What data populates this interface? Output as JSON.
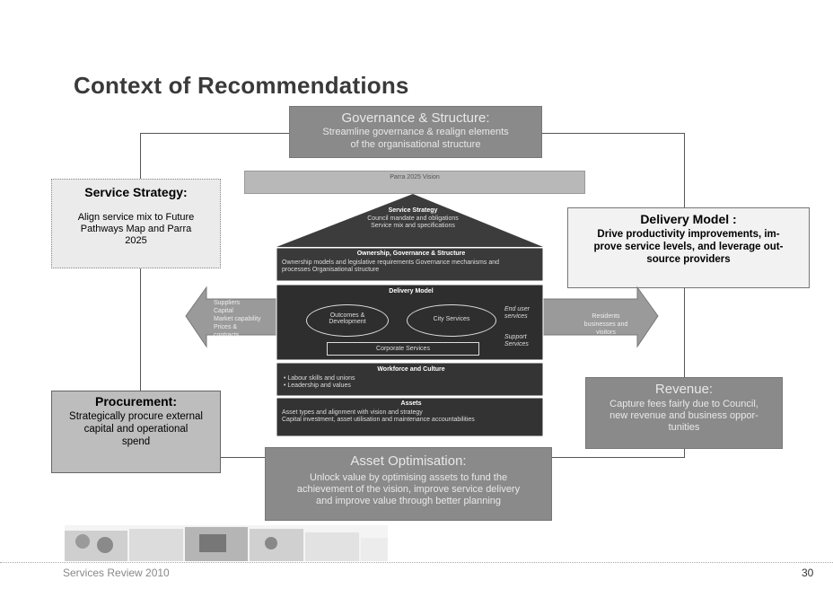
{
  "title": "Context of Recommendations",
  "governance": {
    "title": "Governance & Structure:",
    "text_lines": [
      "Streamline governance & realign elements",
      "of the organisational structure"
    ]
  },
  "service_strategy": {
    "title": "Service Strategy:",
    "text_lines": [
      "Align service mix to Future",
      "Pathways Map and Parra",
      "2025"
    ]
  },
  "delivery_model": {
    "title": "Delivery Model :",
    "text_lines": [
      "Drive productivity improvements, im-",
      "prove service levels, and leverage out-",
      "source providers"
    ]
  },
  "procurement": {
    "title": "Procurement:",
    "text_lines": [
      "Strategically procure external",
      "capital and operational",
      "spend"
    ]
  },
  "revenue": {
    "title": "Revenue:",
    "text_lines": [
      "Capture fees fairly due to Council,",
      "new revenue and business oppor-",
      "tunities"
    ]
  },
  "asset_optimisation": {
    "title": "Asset Optimisation:",
    "text_lines": [
      "Unlock value by optimising assets to fund the",
      "achievement of the vision, improve service delivery",
      "and improve value through better planning"
    ]
  },
  "house": {
    "vision": "Parra 2025 Vision",
    "roof": {
      "title": "Service Strategy",
      "lines": [
        "Council mandate and obligations",
        "Service mix and specifications"
      ]
    },
    "ownership": {
      "title": "Ownership, Governance & Structure",
      "lines": [
        "Ownership models and legislative requirements Governance mechanisms and",
        "processes Organisational structure"
      ]
    },
    "delivery": {
      "title": "Delivery Model",
      "ellipse_left": [
        "Outcomes &",
        "Development"
      ],
      "ellipse_right": "City Services",
      "corporate": "Corporate Services",
      "end_user": [
        "End user",
        "services"
      ],
      "support": [
        "Support",
        "Services"
      ]
    },
    "workforce": {
      "title": "Workforce and Culture",
      "lines": [
        "• Labour skills and unions",
        "• Leadership and values"
      ]
    },
    "assets": {
      "title": "Assets",
      "lines": [
        "Asset types and alignment with vision and strategy",
        "Capital investment, asset utilisation and maintenance accountabilities"
      ]
    },
    "left_arrow": [
      "Suppliers",
      "",
      "Capital",
      "Market capability",
      "Prices &",
      "contracts"
    ],
    "right_arrow": [
      "Residents",
      "businesses and",
      "visitors"
    ]
  },
  "footer": {
    "left": "Services Review 2010",
    "right": "30"
  },
  "colors": {
    "house_dark": "#3a3a3a",
    "box_dark": "#8a8a8a",
    "box_light": "#ebebeb"
  }
}
